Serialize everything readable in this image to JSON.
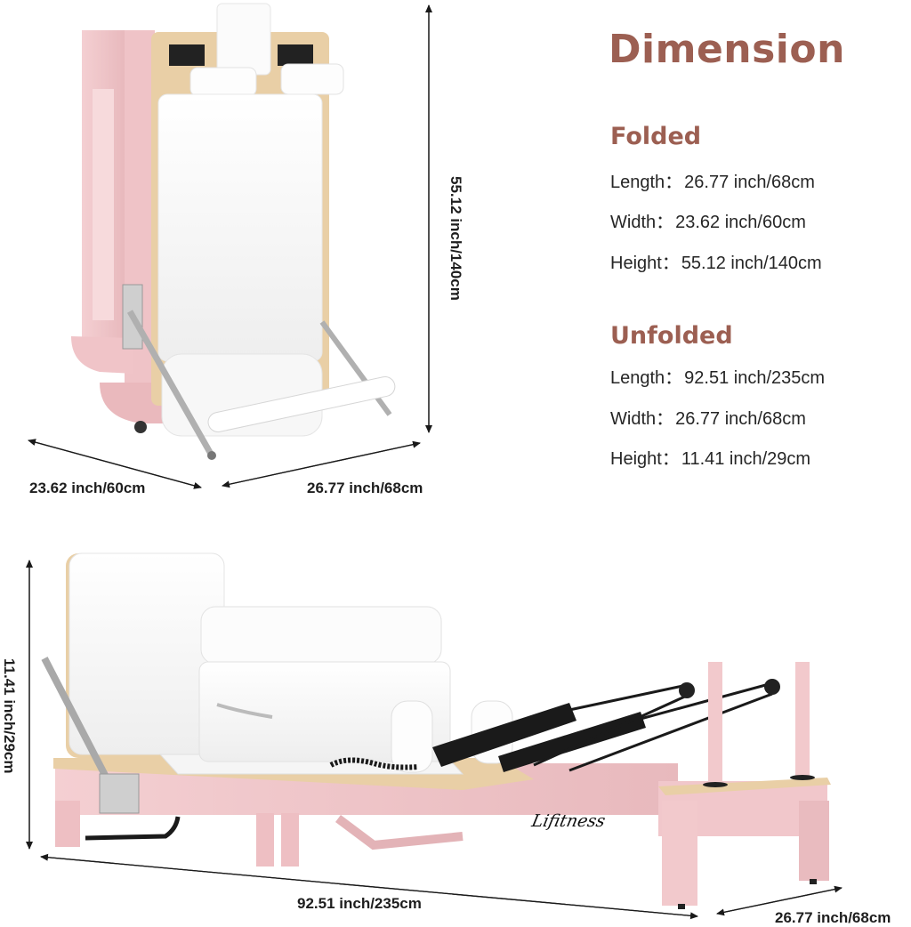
{
  "colors": {
    "heading": "#9c5f52",
    "text": "#262626",
    "frame_pink": "#f2c9cc",
    "frame_pink_shadow": "#e4b2b6",
    "cushion_white": "#fbfbfb",
    "wood": "#e9cfa6",
    "steel": "#b3b3b3",
    "strap_black": "#1a1a1a"
  },
  "spec": {
    "title": "Dimension",
    "folded": {
      "heading": "Folded",
      "rows": [
        {
          "label": "Length",
          "sep": "：",
          "value": "26.77 inch/68cm"
        },
        {
          "label": "Width",
          "sep": "：",
          "value": "23.62 inch/60cm"
        },
        {
          "label": "Height",
          "sep": "：",
          "value": "55.12 inch/140cm"
        }
      ]
    },
    "unfolded": {
      "heading": "Unfolded",
      "rows": [
        {
          "label": "Length",
          "sep": "：",
          "value": "92.51 inch/235cm"
        },
        {
          "label": "Width",
          "sep": "：",
          "value": "26.77 inch/68cm"
        },
        {
          "label": "Height",
          "sep": "：",
          "value": "11.41 inch/29cm"
        }
      ]
    }
  },
  "folded_diagram": {
    "height_label": "55.12 inch/140cm",
    "width_label": "23.62 inch/60cm",
    "length_label": "26.77 inch/68cm"
  },
  "unfolded_diagram": {
    "height_label": "11.41 inch/29cm",
    "length_label": "92.51 inch/235cm",
    "width_label": "26.77 inch/68cm",
    "brand": "Lifitness"
  }
}
